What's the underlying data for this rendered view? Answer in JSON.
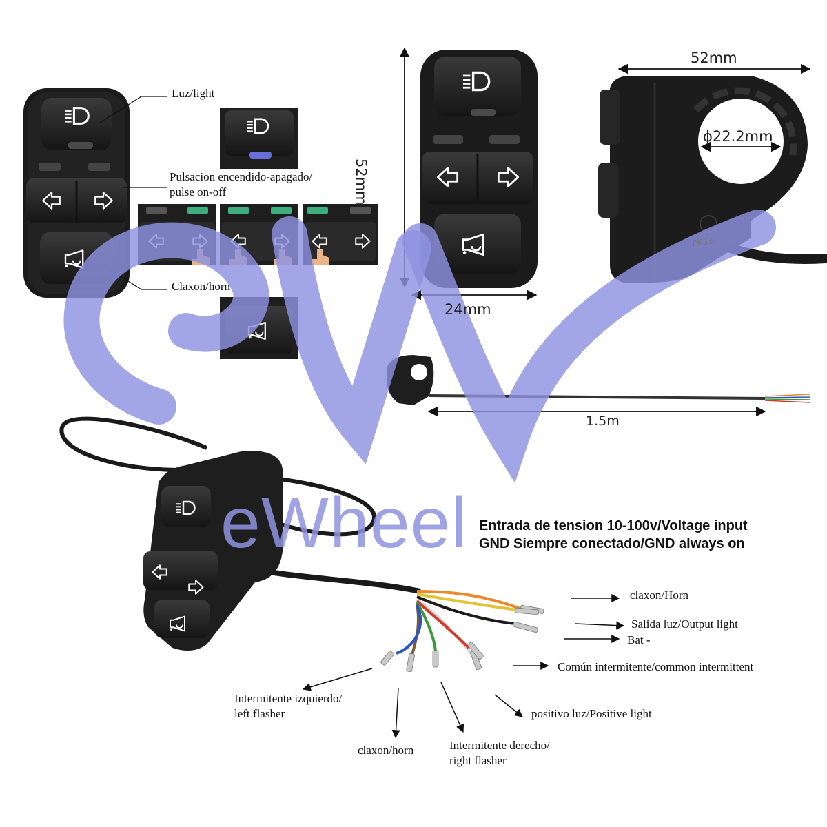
{
  "watermark": {
    "text": "eWheel",
    "color": "#8f93e0"
  },
  "button_labels": {
    "light": "Luz/light",
    "pulse_line1": "Pulsacion encendido-apagado/",
    "pulse_line2": "pulse on-off",
    "horn": "Claxon/horn"
  },
  "dimensions": {
    "switch_height": "52mm",
    "switch_width": "24mm",
    "clamp_width": "52mm",
    "bar_diameter": "ϕ22.2mm",
    "cable_length": "1.5m"
  },
  "housing_marking": "PK33-",
  "notes": {
    "line1": "Entrada de tension 10-100v/Voltage input",
    "line2": "GND Siempre conectado/GND always on"
  },
  "wires": {
    "orange": {
      "line1": "claxon/Horn"
    },
    "yellow": {
      "line1": "Salida luz/Output light"
    },
    "black": {
      "line1": "Bat -"
    },
    "white": {
      "line1": "Común intermitente/common intermittent"
    },
    "red": {
      "line1": "positivo luz/Positive light"
    },
    "green": {
      "line1": "Intermitente derecho/",
      "line2": "right flasher"
    },
    "brown": {
      "line1": "claxon/horn"
    },
    "blue": {
      "line1": "Intermitente izquierdo/",
      "line2": "left flasher"
    }
  },
  "colors": {
    "led_green": "#3fae7e",
    "led_blue": "#6a6ed8",
    "wire_orange": "#e8892a",
    "wire_yellow": "#e3c23a",
    "wire_black": "#1a1a1a",
    "wire_white": "#eeeeee",
    "wire_red": "#d23a2a",
    "wire_green": "#3a9a3a",
    "wire_brown": "#7a5a3a",
    "wire_blue": "#2a55c8"
  }
}
